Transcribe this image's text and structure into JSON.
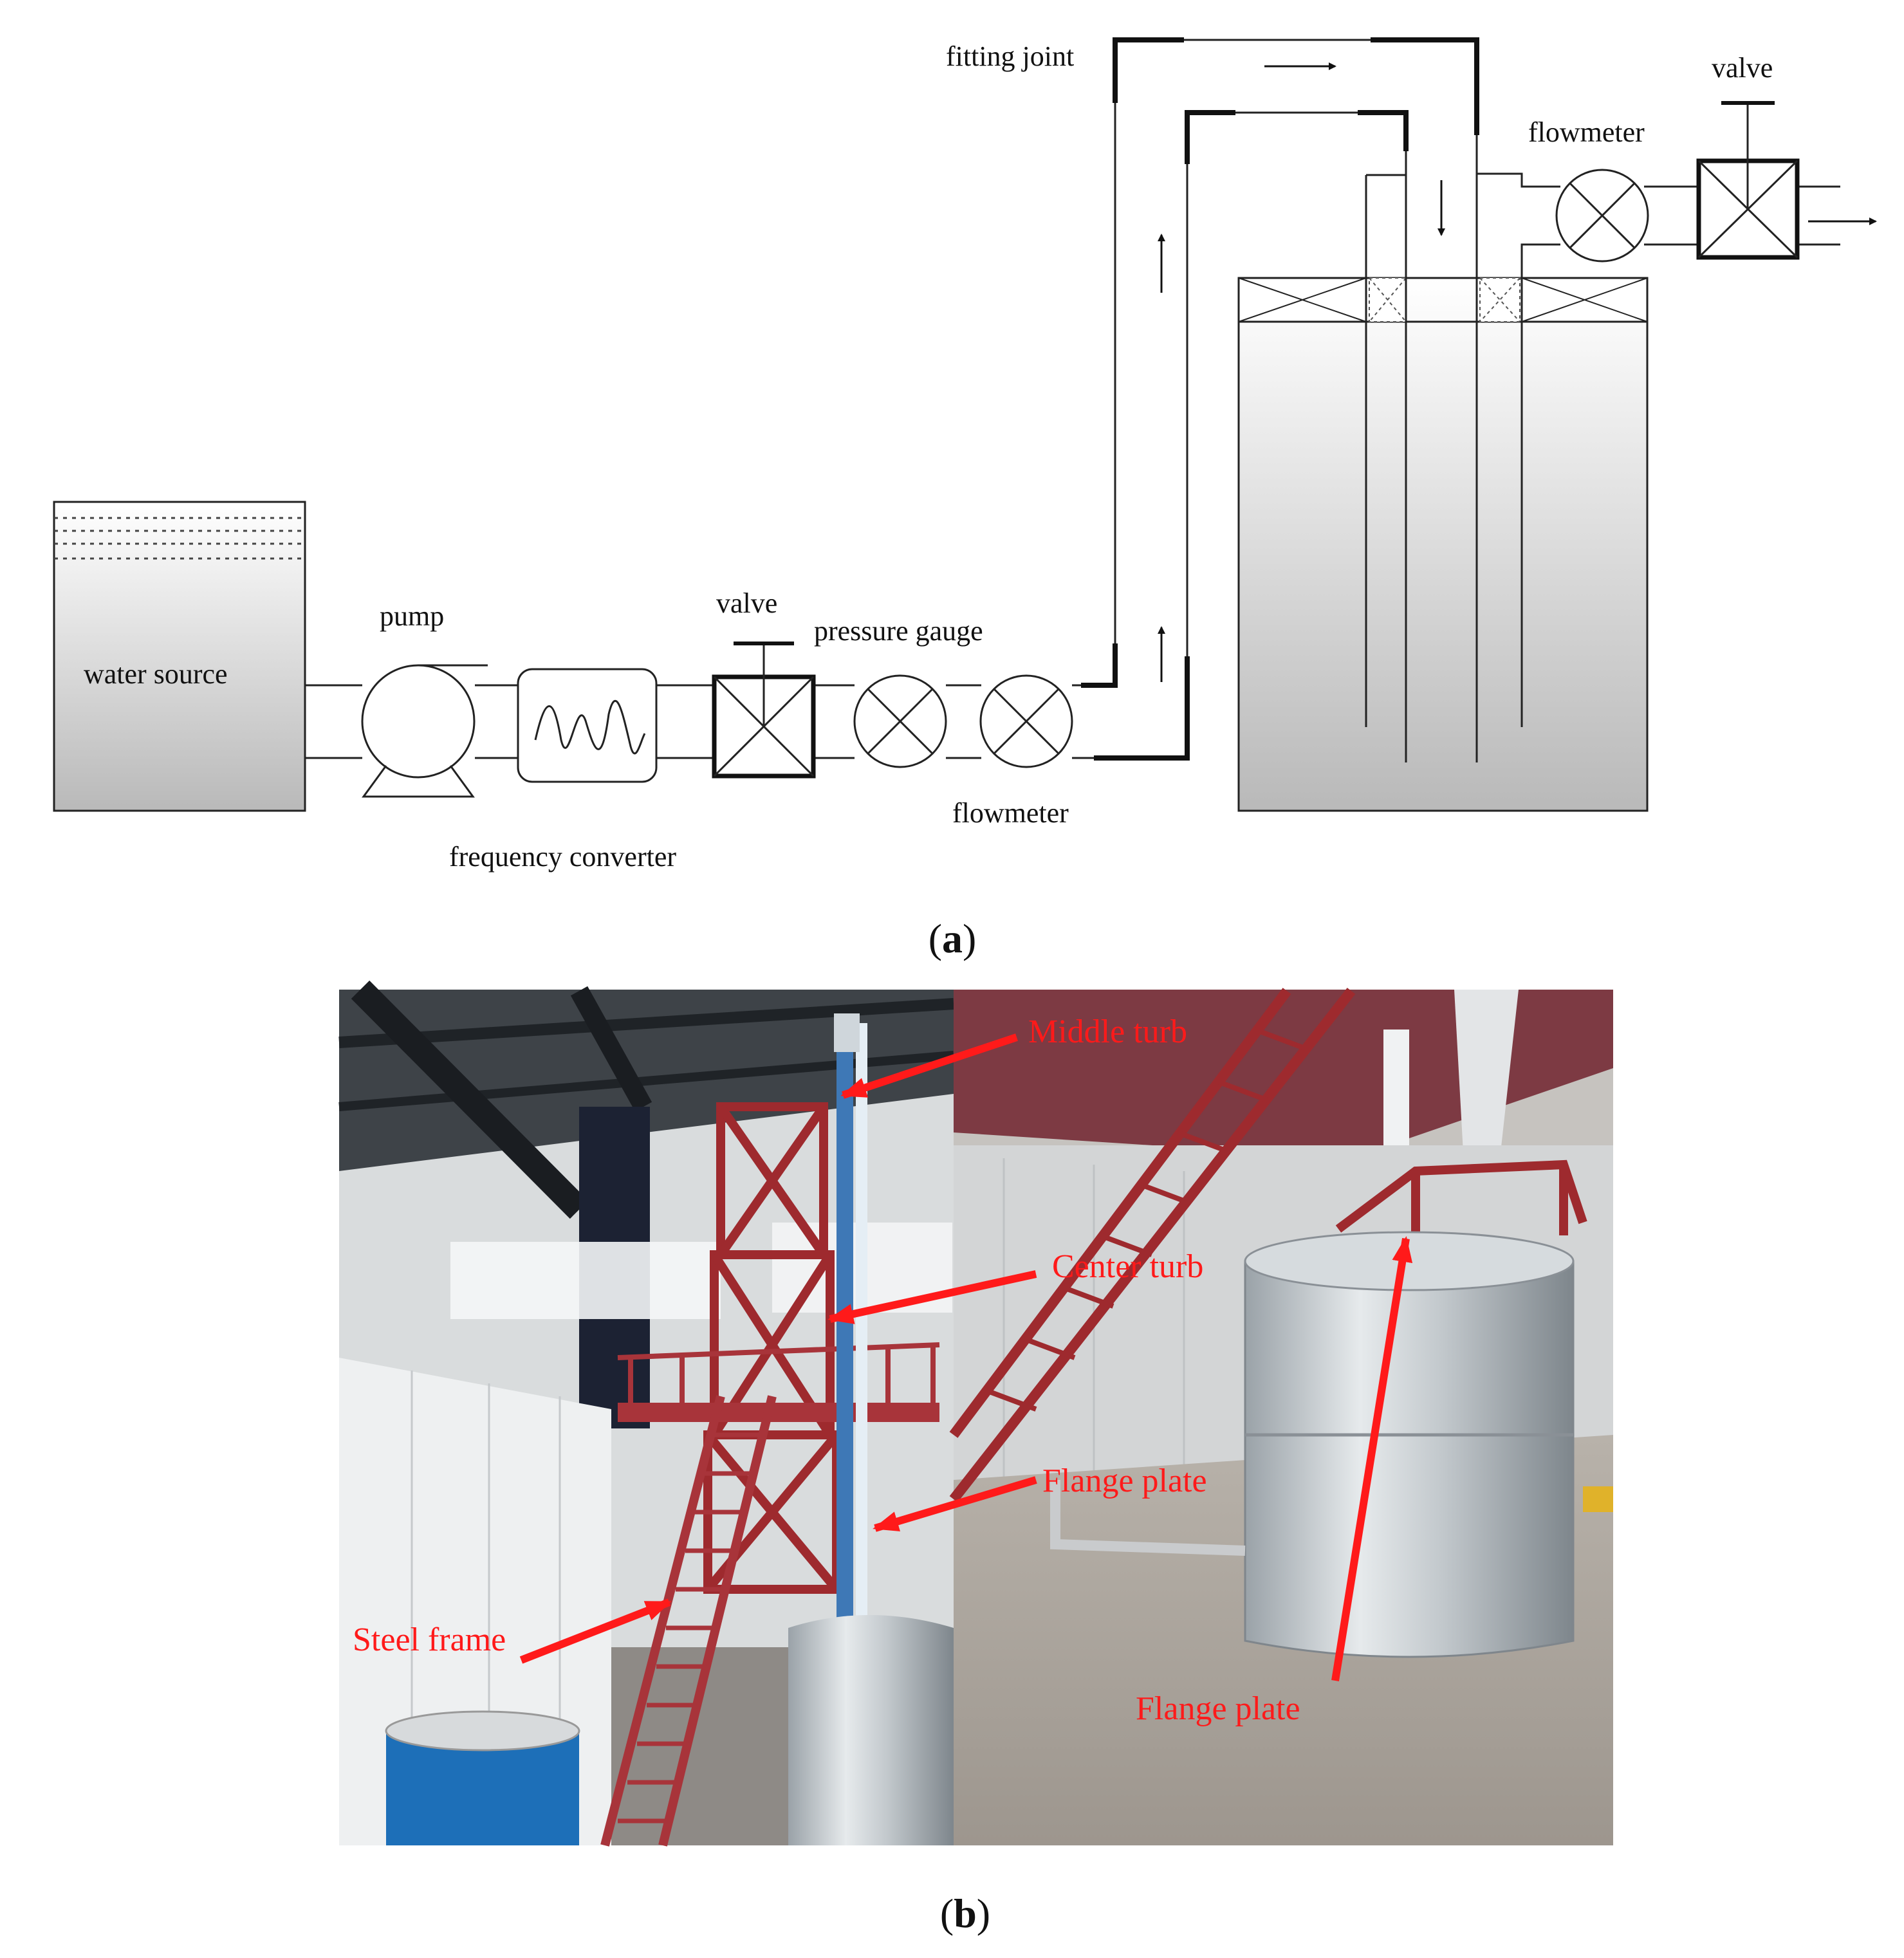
{
  "panel_a": {
    "labels": {
      "water_source": "water source",
      "pump": "pump",
      "frequency_converter": "frequency converter",
      "valve_left": "valve",
      "pressure_gauge": "pressure gauge",
      "flowmeter_left": "flowmeter",
      "fitting_joint": "fitting joint",
      "flowmeter_right": "flowmeter",
      "valve_right": "valve"
    },
    "caption": {
      "open": "(",
      "letter": "a",
      "close": ")"
    }
  },
  "panel_b": {
    "labels": {
      "middle_turb": "Middle turb",
      "center_turb": "Center turb",
      "flange_plate_left": "Flange plate",
      "steel_frame": "Steel frame",
      "flange_plate_right": "Flange plate"
    },
    "annotation_color": "#ff1a1a",
    "caption": {
      "open": "(",
      "letter": "b",
      "close": ")"
    }
  }
}
